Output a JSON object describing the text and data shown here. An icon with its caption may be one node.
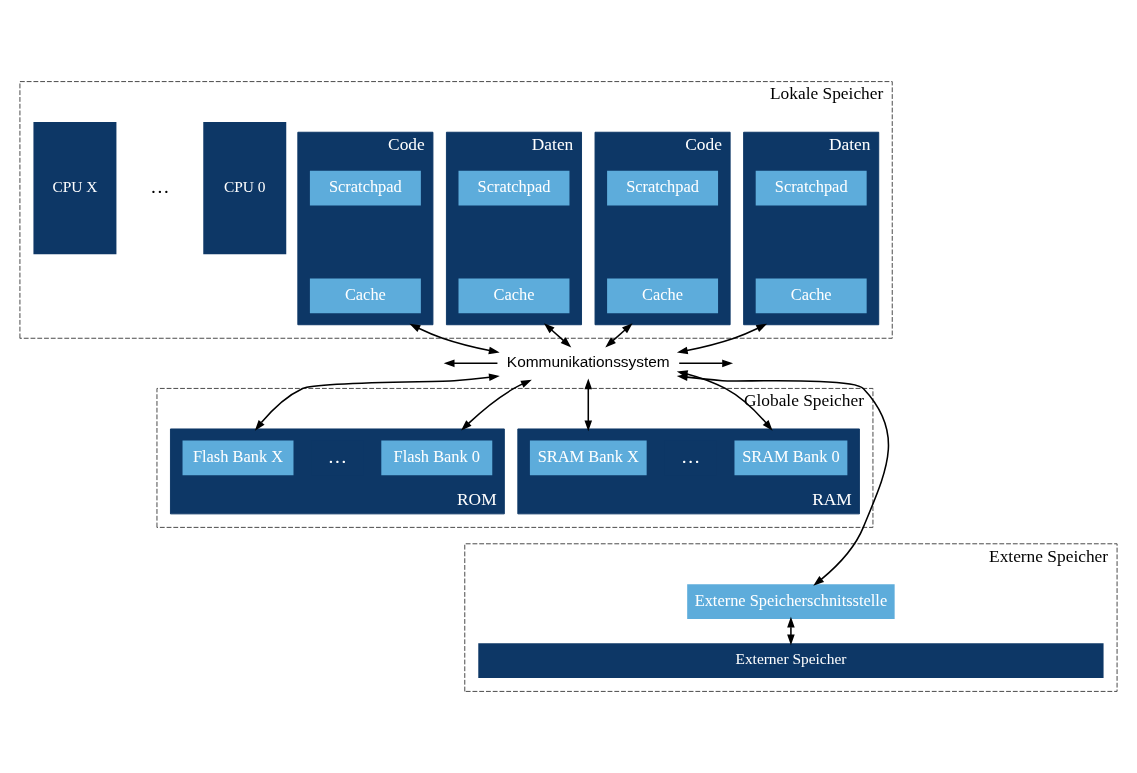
{
  "diagram": {
    "nodes": [
      {
        "text": [
          "Lokale Speicher"
        ]
      },
      {
        "text": [
          "Daten"
        ],
        "in": 0
      },
      {
        "text": [
          "Scratchpad"
        ],
        "in": 1
      },
      {
        "text": [
          "Cache"
        ],
        "in": 1
      },
      {
        "text": [
          "CPU 0"
        ],
        "in": 0
      },
      {
        "text": [
          "Code"
        ],
        "in": 0
      },
      {
        "text": [
          "Scratchpad"
        ],
        "in": 5
      },
      {
        "text": [
          "Cache"
        ],
        "in": 5
      },
      {
        "text": [
          "Daten"
        ],
        "in": 0
      },
      {
        "text": [
          "Scratchpad"
        ],
        "in": 8
      },
      {
        "text": [
          "Cache"
        ],
        "in": 8
      },
      {
        "text": [
          "CPU X"
        ],
        "in": 0
      },
      {
        "text": [
          "Code"
        ],
        "in": 0
      },
      {
        "text": [
          "Scratchpad"
        ],
        "in": 12
      },
      {
        "text": [
          "Cache"
        ],
        "in": 12
      },
      {
        "text": [
          "Kommunikationssystem"
        ]
      },
      {
        "text": [
          "Globale Speicher"
        ]
      },
      {
        "text": [
          "ROM"
        ],
        "in": 16
      },
      {
        "text": [
          "Flash Bank 0"
        ],
        "in": 17
      },
      {
        "text": [
          "Flash Bank X"
        ],
        "in": 17
      },
      {
        "text": [
          "RAM"
        ],
        "in": 16
      },
      {
        "text": [
          "SRAM Bank 0"
        ],
        "in": 20
      },
      {
        "text": [
          "SRAM Bank X"
        ],
        "in": 20
      },
      {
        "text": [
          "Externe Speicher"
        ]
      },
      {
        "text": [
          "Externe Speicherschnitsstelle"
        ],
        "in": 23
      },
      {
        "text": [
          "Externer Speicher"
        ],
        "in": 23
      }
    ],
    "edges": [
      {
        "from": 1,
        "to": 15,
        "arrow": "both"
      },
      {
        "from": 5,
        "to": 15,
        "arrow": "both"
      },
      {
        "from": 8,
        "to": 15,
        "arrow": "both"
      },
      {
        "from": 12,
        "to": 15,
        "arrow": "both"
      },
      {
        "from": 15,
        "to": 17,
        "arrow": "both"
      },
      {
        "from": 15,
        "to": 17,
        "arrow": "both"
      },
      {
        "from": 15,
        "to": 20,
        "arrow": "both"
      },
      {
        "from": 15,
        "to": 20,
        "arrow": "both"
      },
      {
        "from": 15,
        "to": 24,
        "arrow": "both"
      },
      {
        "from": 24,
        "to": 25,
        "arrow": "both"
      },
      {
        "from": 15,
        "to": null,
        "arrow": "to"
      },
      {
        "from": 15,
        "to": null,
        "arrow": "to"
      }
    ],
    "labels": [
      "…",
      "…",
      "…"
    ]
  }
}
